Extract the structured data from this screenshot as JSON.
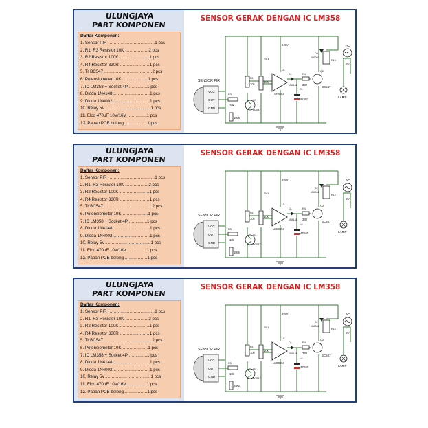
{
  "cards": [
    {
      "brand_line1": "ULUNGJAYA",
      "brand_line2": "PART KOMPONEN",
      "list_title": "Daftar Komponen:",
      "items": [
        "1. Sensor PIR ……………………………1 pcs",
        "2. R1, R3 Resistor 10K ……………..2 pcs",
        "3. R2 Resistor 100K …………………1 pcs",
        "4. R4 Resistor 330R …………………1 pcs",
        "5. Tr BC547 …………………………….2 pcs",
        "6. Potensiometer 10K ………………1 pcs",
        "7. IC LM358 + Socket 4P ………….1 pcs",
        "8. Dioda 1N4148 ……………………..1 pcs",
        "9. Dioda 1N4002 ……………………..1 pcs",
        "10. Relay 5V …………………………..1 pcs",
        "11. Elco 470uF 10V/16V …………..1 pcs",
        "12. Papan PCB bolong …………….1 pcs"
      ],
      "title": "SENSOR GERAK DENGAN IC LM358"
    },
    {
      "brand_line1": "ULUNGJAYA",
      "brand_line2": "PART KOMPONEN",
      "list_title": "Daftar Komponen:",
      "items": [
        "1. Sensor PIR ……………………………1 pcs",
        "2. R1, R3 Resistor 10K ……………..2 pcs",
        "3. R2 Resistor 100K …………………1 pcs",
        "4. R4 Resistor 330R …………………1 pcs",
        "5. Tr BC547 …………………………….2 pcs",
        "6. Potensiometer 10K ………………1 pcs",
        "7. IC LM358 + Socket 4P ………….1 pcs",
        "8. Dioda 1N4148 ……………………..1 pcs",
        "9. Dioda 1N4002 ……………………..1 pcs",
        "10. Relay 5V …………………………..1 pcs",
        "11. Elco 470uF 10V/16V …………..1 pcs",
        "12. Papan PCB bolong …………….1 pcs"
      ],
      "title": "SENSOR GERAK DENGAN IC LM358"
    },
    {
      "brand_line1": "ULUNGJAYA",
      "brand_line2": "PART KOMPONEN",
      "list_title": "Daftar Komponen:",
      "items": [
        "1. Sensor PIR ……………………………1 pcs",
        "2. R1, R3 Resistor 10K ……………..2 pcs",
        "3. R2 Resistor 100K …………………1 pcs",
        "4. R4 Resistor 330R …………………1 pcs",
        "5. Tr BC547 …………………………….2 pcs",
        "6. Potensiometer 10K ………………1 pcs",
        "7. IC LM358 + Socket 4P ………….1 pcs",
        "8. Dioda 1N4148 ……………………..1 pcs",
        "9. Dioda 1N4002 ……………………..1 pcs",
        "10. Relay 5V …………………………..1 pcs",
        "11. Elco 470uF 10V/16V …………..1 pcs",
        "12. Papan PCB bolong …………….1 pcs"
      ],
      "title": "SENSOR GERAK DENGAN IC LM358"
    }
  ],
  "schematic": {
    "sensor_label": "SENSOR PIR",
    "pin_vcc": "VCC",
    "pin_out": "OUT",
    "pin_gnd": "GND",
    "supply": "5-9V",
    "r_10k": "10k",
    "r_100k": "100k",
    "r1": "R1",
    "r3": "R3",
    "r4": "R4",
    "rv1": "RV1",
    "q1": "Q1",
    "q2": "Q2",
    "tr": "BC547",
    "ic": "LM358N",
    "ic_pin": "U1",
    "d1": "D1",
    "d1_part": "1N4148",
    "d2": "D2",
    "d2_part": "1N4002",
    "r330": "330",
    "cap": "470uF",
    "c1": "C1",
    "relay": "RL1",
    "ac": "AC",
    "v5": "5V",
    "lamp": "LAMP"
  },
  "colors": {
    "border": "#1f3f7f",
    "panel": "#dce4f2",
    "list_bg": "#f7cdb0",
    "title_red": "#d42121",
    "wire_green": "#2f7a2f"
  }
}
